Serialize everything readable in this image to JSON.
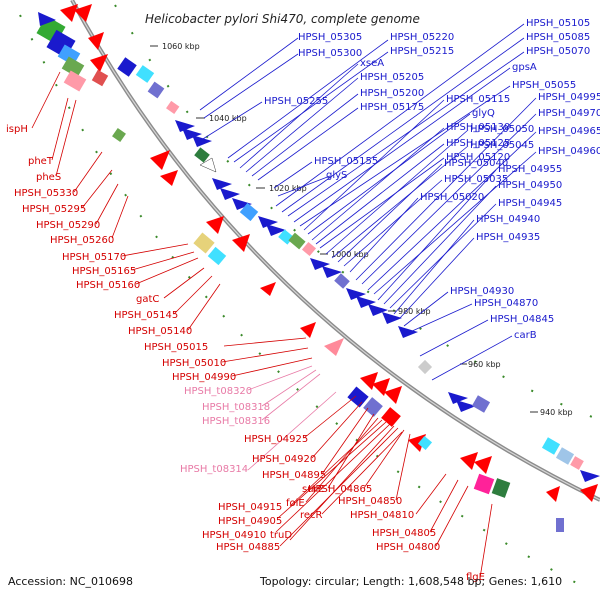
{
  "title": "Helicobacter pylori Shi470, complete genome",
  "accession": "Accession: NC_010698",
  "summary": "Topology: circular; Length: 1,608,548 bp; Genes: 1,610",
  "colors": {
    "forward_label": "#d40000",
    "reverse_label": "#1a1acd",
    "trna_label": "#e87aa6",
    "backbone": "#8c8c8c"
  },
  "ticks": [
    "1060 kbp",
    "1040 kbp",
    "1020 kbp",
    "1000 kbp",
    "980 kbp",
    "960 kbp",
    "940 kbp"
  ],
  "blue_labels": [
    "HPSH_05305",
    "HPSH_05300",
    "HPSH_05220",
    "HPSH_05215",
    "xseA",
    "HPSH_05205",
    "HPSH_05200",
    "HPSH_05175",
    "HPSH_05255",
    "HPSH_05105",
    "HPSH_05085",
    "HPSH_05070",
    "gpsA",
    "HPSH_05055",
    "HPSH_05115",
    "glyQ",
    "HPSH_05130",
    "HPSH_05125",
    "HPSH_05120",
    "HPSH_05155",
    "glyS",
    "HPSH_05050",
    "HPSH_05045",
    "HPSH_05040",
    "HPSH_05035",
    "HPSH_05020",
    "HPSH_04995",
    "HPSH_04970",
    "HPSH_04965",
    "HPSH_04960",
    "HPSH_04955",
    "HPSH_04950",
    "HPSH_04945",
    "HPSH_04940",
    "HPSH_04935",
    "HPSH_04930",
    "HPSH_04870",
    "HPSH_04845",
    "carB"
  ],
  "red_labels": [
    "ispH",
    "pheT",
    "pheS",
    "HPSH_05330",
    "HPSH_05295",
    "HPSH_05290",
    "HPSH_05260",
    "HPSH_05170",
    "HPSH_05165",
    "HPSH_05160",
    "gatC",
    "HPSH_05145",
    "HPSH_05140",
    "HPSH_05015",
    "HPSH_05010",
    "HPSH_04990",
    "HPSH_04925",
    "HPSH_04920",
    "HPSH_04895",
    "surE",
    "folE",
    "HPSH_04915",
    "HPSH_04905",
    "HPSH_04910",
    "truD",
    "HPSH_04885",
    "HPSH_04865",
    "recR",
    "HPSH_04850",
    "HPSH_04810",
    "HPSH_04805",
    "HPSH_04800",
    "flgE"
  ],
  "pink_labels": [
    "HPSH_t08320",
    "HPSH_t08318",
    "HPSH_t08316",
    "HPSH_t08314"
  ]
}
